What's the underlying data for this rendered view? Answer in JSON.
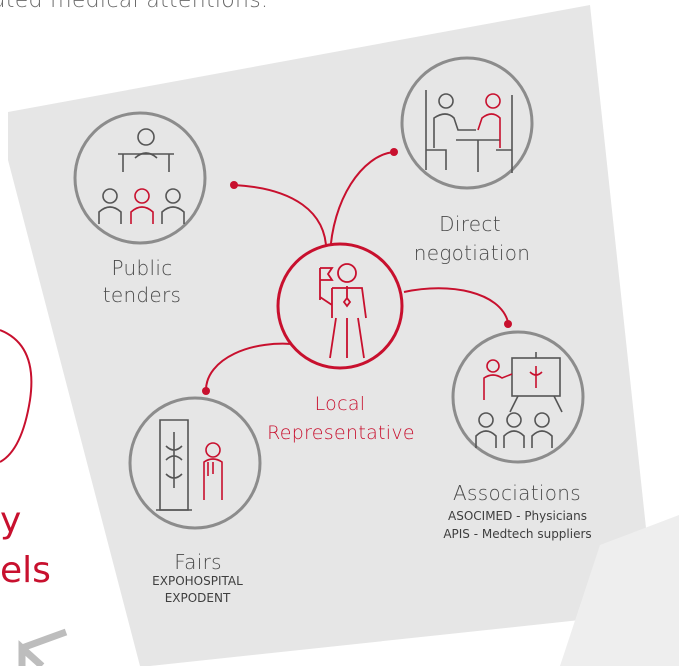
{
  "header_fragment": "ated medical attentions.",
  "left_fragments": {
    "line1": "y",
    "line2": "els"
  },
  "center": {
    "line1": "Local",
    "line2": "Representative"
  },
  "nodes": {
    "public_tenders": {
      "line1": "Public",
      "line2": "tenders"
    },
    "direct_negotiation": {
      "line1": "Direct",
      "line2": "negotiation"
    },
    "associations": {
      "title": "Associations",
      "sub1": "ASOCIMED - Physicians",
      "sub2": "APIS - Medtech suppliers"
    },
    "fairs": {
      "title": "Fairs",
      "sub1": "EXPOHOSPITAL",
      "sub2": "EXPODENT"
    }
  },
  "colors": {
    "accent": "#c8102e",
    "panel": "#e6e6e6",
    "circle_stroke": "#8c8c8c",
    "icon_stroke": "#555555",
    "text": "#4a4a4a"
  }
}
